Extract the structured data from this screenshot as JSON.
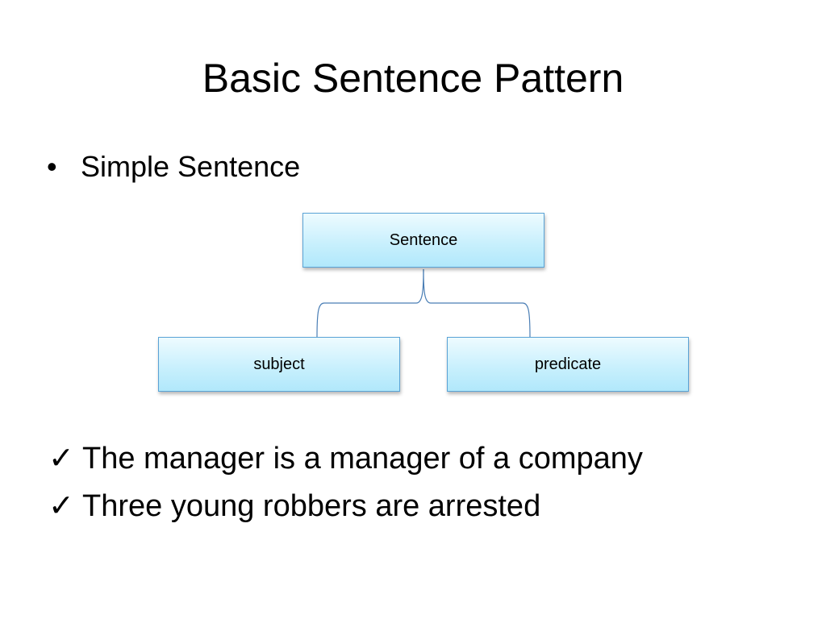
{
  "slide": {
    "title": "Basic Sentence Pattern",
    "bullet": {
      "symbol": "•",
      "text": "Simple Sentence"
    },
    "tree": {
      "root": "Sentence",
      "children": [
        "subject",
        "predicate"
      ]
    },
    "examples": [
      {
        "symbol": "✓",
        "text": "The manager is a manager of a company"
      },
      {
        "symbol": "✓",
        "text": "Three young robbers are arrested"
      }
    ]
  },
  "colors": {
    "node_border": "#5aa3d6",
    "node_fill_top": "#eefbff",
    "node_fill_bottom": "#b1e8fb",
    "connector": "#4a7eb5"
  }
}
